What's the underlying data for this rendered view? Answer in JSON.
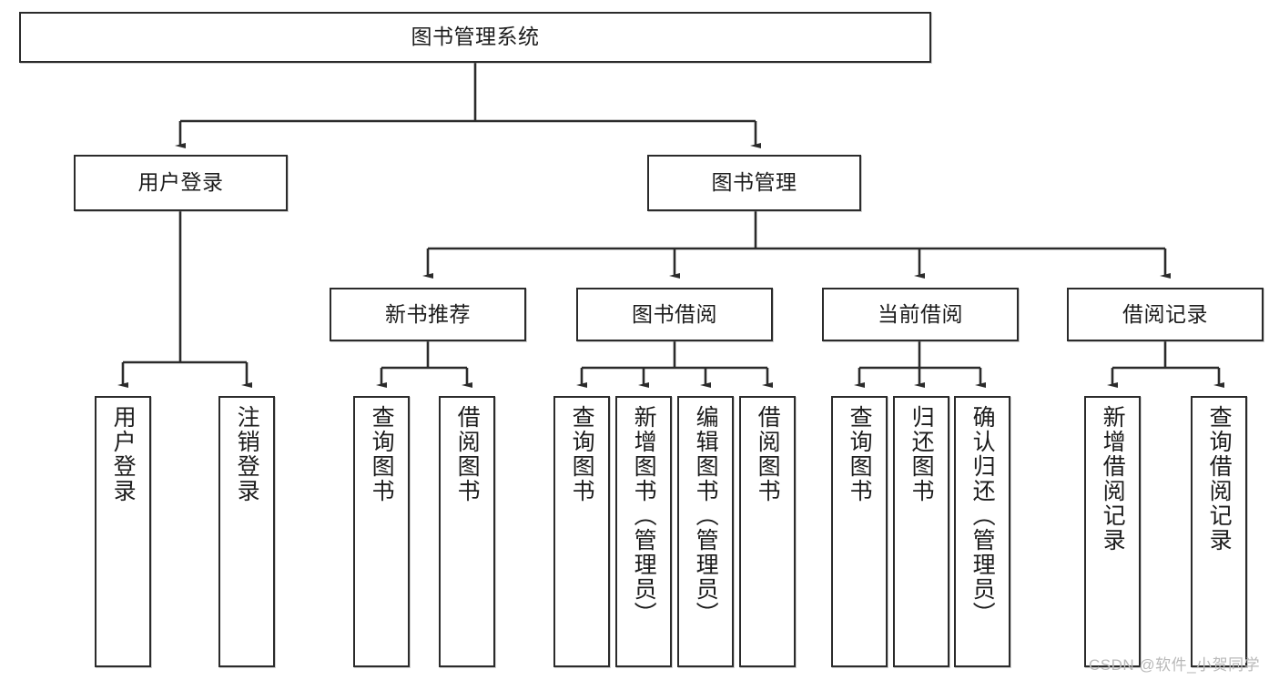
{
  "diagram": {
    "title": "图书管理系统",
    "root": {
      "label": "图书管理系统"
    },
    "level2": [
      {
        "label": "用户登录"
      },
      {
        "label": "图书管理"
      }
    ],
    "level3": [
      {
        "label": "新书推荐"
      },
      {
        "label": "图书借阅"
      },
      {
        "label": "当前借阅"
      },
      {
        "label": "借阅记录"
      }
    ],
    "leaves": {
      "user_login": [
        {
          "label": "用户登录"
        },
        {
          "label": "注销登录"
        }
      ],
      "new_book_recommend": [
        {
          "label": "查询图书"
        },
        {
          "label": "借阅图书"
        }
      ],
      "book_borrow": [
        {
          "label": "查询图书"
        },
        {
          "label": "新增图书（管理员）"
        },
        {
          "label": "编辑图书（管理员）"
        },
        {
          "label": "借阅图书"
        }
      ],
      "current_borrow": [
        {
          "label": "查询图书"
        },
        {
          "label": "归还图书"
        },
        {
          "label": "确认归还（管理员）"
        }
      ],
      "borrow_record": [
        {
          "label": "新增借阅记录"
        },
        {
          "label": "查询借阅记录"
        }
      ]
    }
  },
  "watermark": {
    "text": "CSDN @软件_小贺同学"
  },
  "colors": {
    "border": "#2b2b2b",
    "background": "#ffffff",
    "text": "#1c1c1c",
    "watermark": "#b9b9b9"
  }
}
